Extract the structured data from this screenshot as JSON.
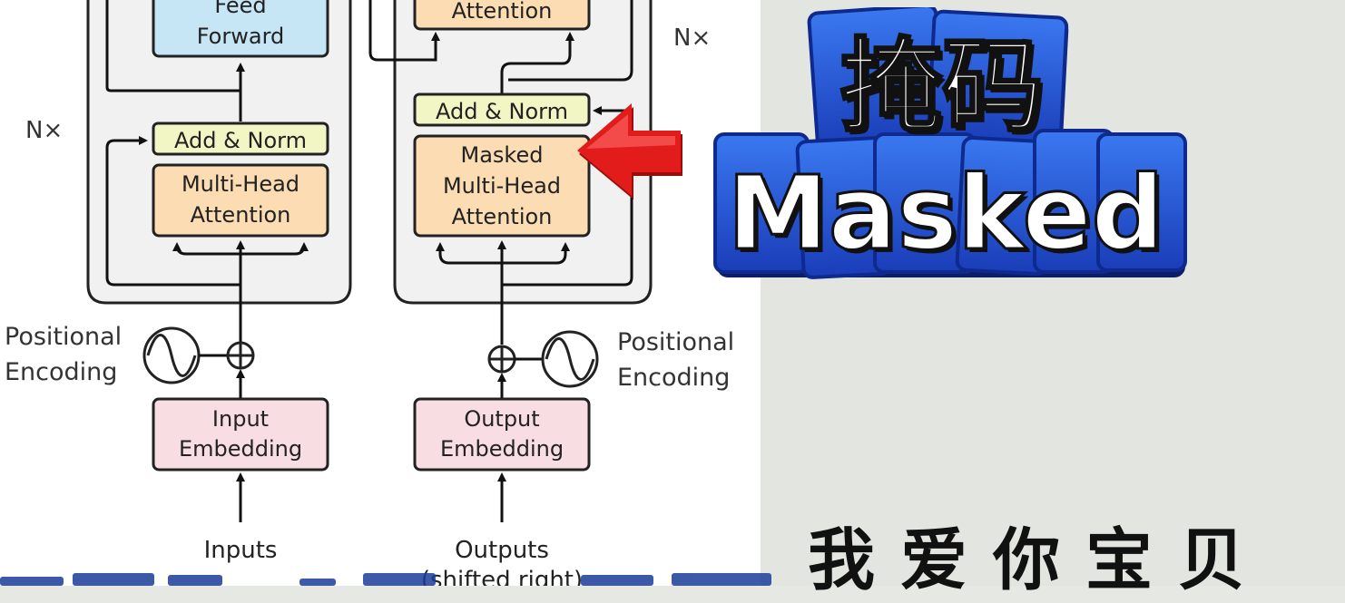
{
  "diagram": {
    "encoder": {
      "feed_forward_top": "Feed",
      "feed_forward_bottom": "Forward",
      "add_norm": "Add & Norm",
      "mha_line1": "Multi-Head",
      "mha_line2": "Attention",
      "nx": "N×",
      "positional_line1": "Positional",
      "positional_line2": "Encoding",
      "embedding_line1": "Input",
      "embedding_line2": "Embedding",
      "inputs": "Inputs"
    },
    "decoder": {
      "attention_top": "Attention",
      "nx": "N×",
      "add_norm": "Add & Norm",
      "masked_line1": "Masked",
      "masked_line2": "Multi-Head",
      "masked_line3": "Attention",
      "positional_line1": "Positional",
      "positional_line2": "Encoding",
      "embedding_line1": "Output",
      "embedding_line2": "Embedding",
      "outputs": "Outputs",
      "outputs_sub": "(shifted right)"
    }
  },
  "overlay": {
    "title_cn": "掩码",
    "title_en": "Masked",
    "subtitle_cn": "我爱你宝贝"
  },
  "colors": {
    "feed_forward": "#c6e6f6",
    "add_norm": "#f1f6c4",
    "attention": "#fbdcb3",
    "embedding": "#f8dde3",
    "sticker_blue": "#2050d8",
    "arrow_red": "#e21b1b"
  }
}
